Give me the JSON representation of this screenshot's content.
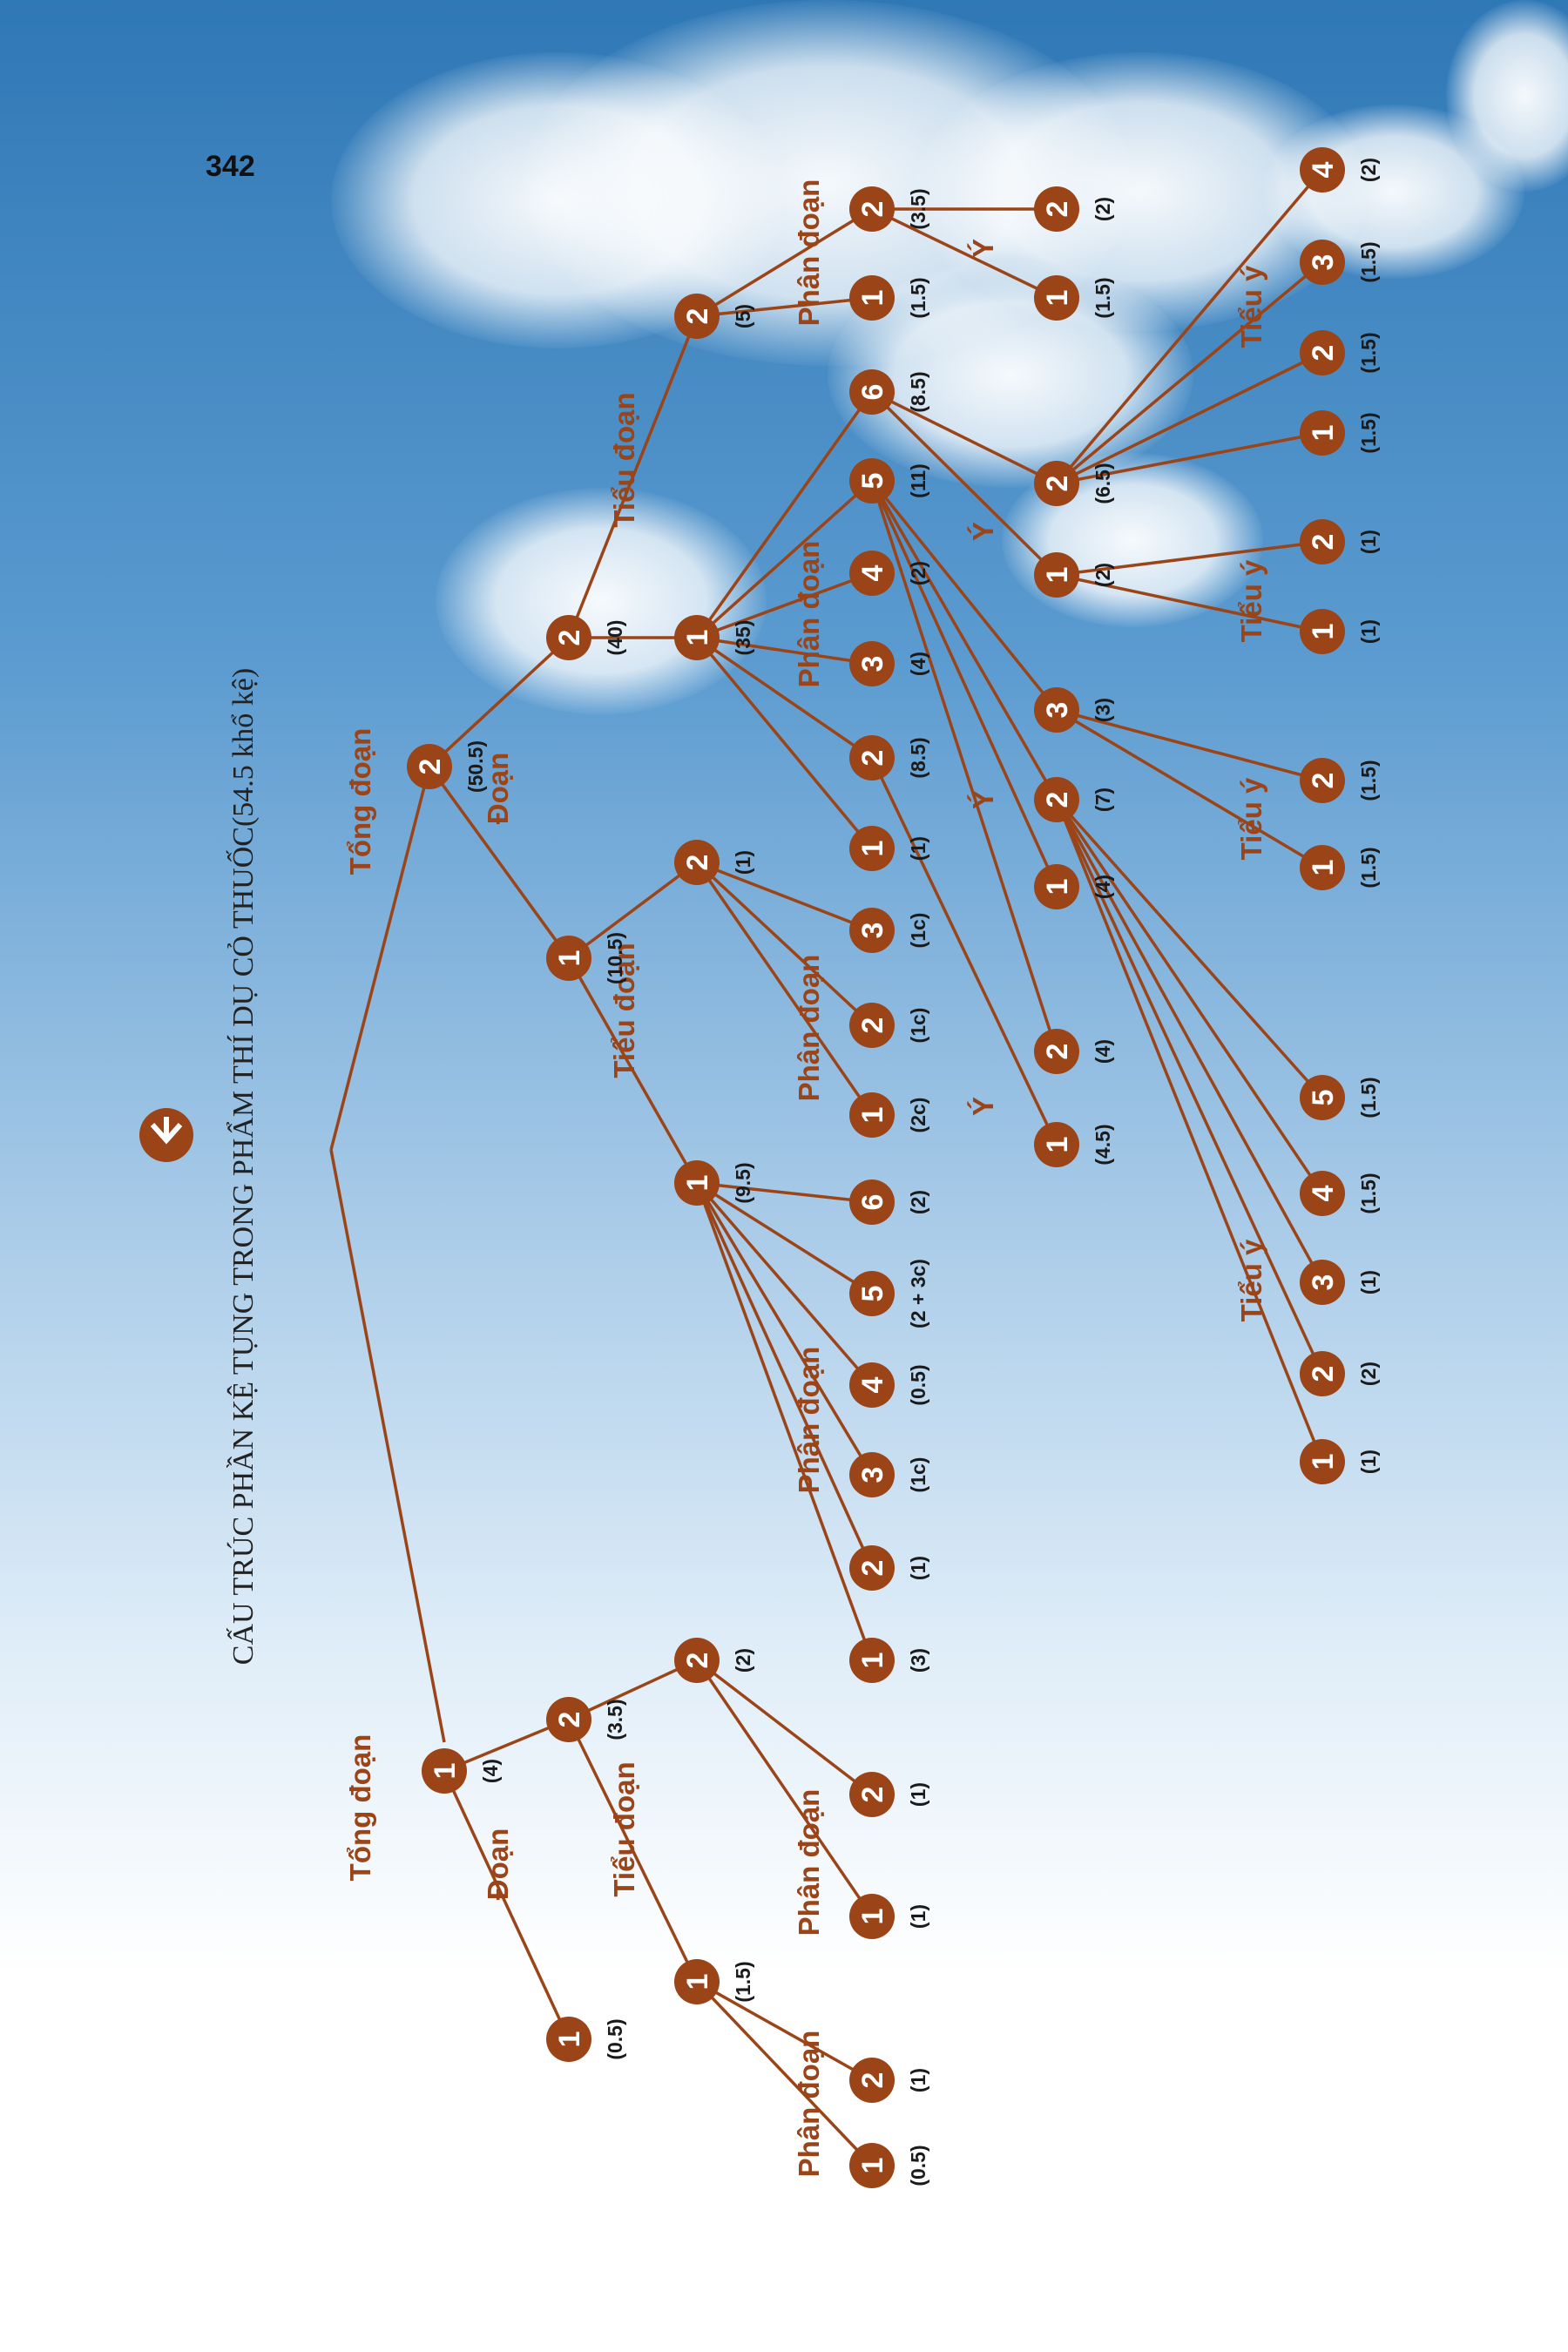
{
  "page_number": "342",
  "title": "CẤU TRÚC PHẦN KỆ TỤNG TRONG PHẨM THÍ DỤ CỎ THUỐC(54.5 khổ kệ)",
  "colors": {
    "node": "#9a4418",
    "label": "#9a4418",
    "value": "#1a1a1a"
  },
  "icon": "chevron-down-circle-icon",
  "labels": {
    "tong_doan_a": "Tổng đoạn",
    "tong_doan_b": "Tổng đoạn",
    "doan_a": "Đoạn",
    "doan_b": "Đoạn",
    "tieu_doan_a": "Tiểu đoạn",
    "tieu_doan_b": "Tiểu đoạn",
    "tieu_doan_c": "Tiểu đoạn",
    "phan_doan_a": "Phân đoạn",
    "phan_doan_b": "Phân đoạn",
    "phan_doan_c": "Phân đoạn",
    "phan_doan_d": "Phân đoạn",
    "phan_doan_e": "Phân đoạn",
    "phan_doan_f": "Phân đoạn",
    "y_a": "Ý",
    "y_b": "Ý",
    "y_c": "Ý",
    "y_d": "Ý",
    "tieu_y_a": "Tiểu ý",
    "tieu_y_b": "Tiểu ý",
    "tieu_y_c": "Tiểu ý",
    "tieu_y_d": "Tiểu ý"
  },
  "nodes": [
    {
      "num": "1",
      "val": "(4)"
    },
    {
      "num": "1",
      "val": "(0.5)"
    },
    {
      "num": "2",
      "val": "(3.5)"
    },
    {
      "num": "1",
      "val": "(1.5)"
    },
    {
      "num": "1",
      "val": "(0.5)"
    },
    {
      "num": "2",
      "val": "(1)"
    },
    {
      "num": "2",
      "val": "(2)"
    },
    {
      "num": "1",
      "val": "(1)"
    },
    {
      "num": "2",
      "val": "(1)"
    },
    {
      "num": "2",
      "val": "(50.5)"
    },
    {
      "num": "1",
      "val": "(10.5)"
    },
    {
      "num": "1",
      "val": "(9.5)"
    },
    {
      "num": "1",
      "val": "(3)"
    },
    {
      "num": "2",
      "val": "(1)"
    },
    {
      "num": "3",
      "val": "(1c)"
    },
    {
      "num": "4",
      "val": "(0.5)"
    },
    {
      "num": "5",
      "val": "(2 + 3c)"
    },
    {
      "num": "6",
      "val": "(2)"
    },
    {
      "num": "2",
      "val": "(1)"
    },
    {
      "num": "1",
      "val": "(2c)"
    },
    {
      "num": "2",
      "val": "(1c)"
    },
    {
      "num": "3",
      "val": "(1c)"
    },
    {
      "num": "2",
      "val": "(40)"
    },
    {
      "num": "1",
      "val": "(35)"
    },
    {
      "num": "1",
      "val": "(1)"
    },
    {
      "num": "2",
      "val": "(8.5)"
    },
    {
      "num": "3",
      "val": "(4)"
    },
    {
      "num": "4",
      "val": "(2)"
    },
    {
      "num": "5",
      "val": "(11)"
    },
    {
      "num": "6",
      "val": "(8.5)"
    },
    {
      "num": "1",
      "val": "(4.5)"
    },
    {
      "num": "2",
      "val": "(4)"
    },
    {
      "num": "1",
      "val": "(4)"
    },
    {
      "num": "2",
      "val": "(7)"
    },
    {
      "num": "3",
      "val": "(3)"
    },
    {
      "num": "1",
      "val": "(1)"
    },
    {
      "num": "2",
      "val": "(2)"
    },
    {
      "num": "3",
      "val": "(1)"
    },
    {
      "num": "4",
      "val": "(1.5)"
    },
    {
      "num": "5",
      "val": "(1.5)"
    },
    {
      "num": "1",
      "val": "(1.5)"
    },
    {
      "num": "2",
      "val": "(1.5)"
    },
    {
      "num": "1",
      "val": "(2)"
    },
    {
      "num": "2",
      "val": "(6.5)"
    },
    {
      "num": "1",
      "val": "(1)"
    },
    {
      "num": "2",
      "val": "(1)"
    },
    {
      "num": "1",
      "val": "(1.5)"
    },
    {
      "num": "2",
      "val": "(1.5)"
    },
    {
      "num": "3",
      "val": "(1.5)"
    },
    {
      "num": "4",
      "val": "(2)"
    },
    {
      "num": "2",
      "val": "(5)"
    },
    {
      "num": "1",
      "val": "(1.5)"
    },
    {
      "num": "2",
      "val": "(3.5)"
    },
    {
      "num": "1",
      "val": "(1.5)"
    },
    {
      "num": "2",
      "val": "(2)"
    }
  ]
}
